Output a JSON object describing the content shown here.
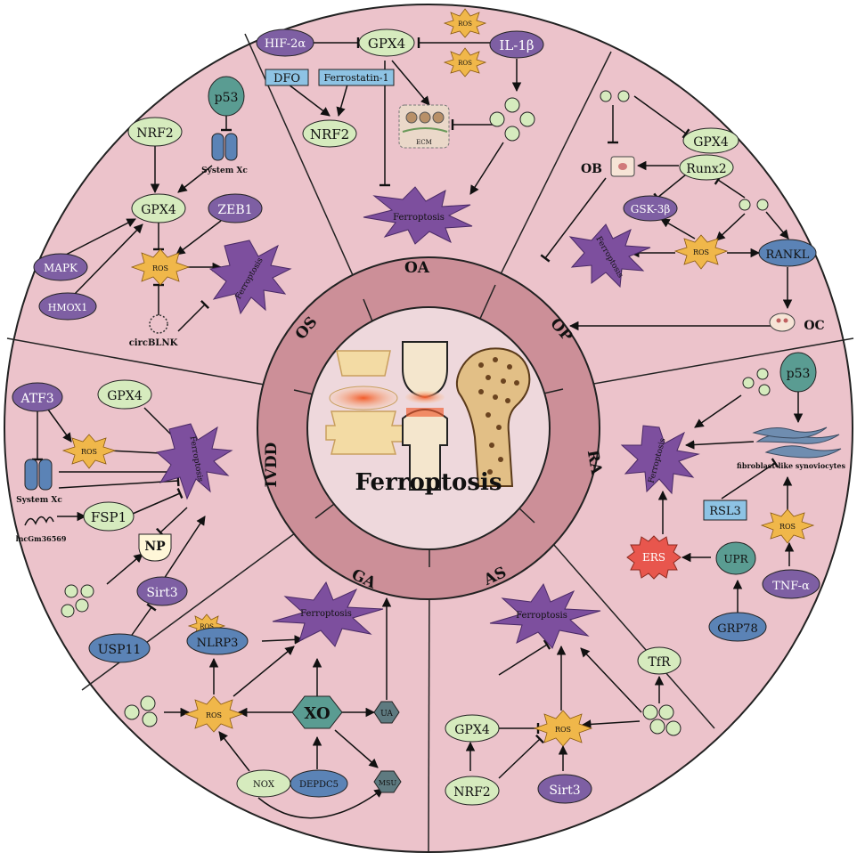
{
  "center": {
    "title": "Ferroptosis"
  },
  "sectors": {
    "oa": "OA",
    "op": "OP",
    "ra": "RA",
    "as": "AS",
    "ga": "GA",
    "ivdd": "IVDD",
    "os": "OS"
  },
  "nodes": {
    "oa_hif2a": "HIF-2α",
    "oa_gpx4": "GPX4",
    "oa_il1b": "IL-1β",
    "oa_dfo": "DFO",
    "oa_fer1": "Ferrostatin-1",
    "oa_nrf2": "NRF2",
    "oa_ecm": "ECM",
    "oa_ros_a": "ROS",
    "oa_ros_b": "ROS",
    "oa_ferro": "Ferroptosis",
    "op_gpx4": "GPX4",
    "op_runx2": "Runx2",
    "op_ob": "OB",
    "op_gsk3b": "GSK-3β",
    "op_ros": "ROS",
    "op_rankl": "RANKL",
    "op_oc": "OC",
    "op_ferro": "Ferroptosis",
    "ra_p53": "p53",
    "ra_fls": "fibroblast-like synoviocytes",
    "ra_rsl3": "RSL3",
    "ra_ros": "ROS",
    "ra_ers": "ERS",
    "ra_upr": "UPR",
    "ra_tnfa": "TNF-α",
    "ra_grp78": "GRP78",
    "ra_ferro": "Ferroptosis",
    "as_ferro": "Ferroptosis",
    "as_tfr": "TfR",
    "as_gpx4": "GPX4",
    "as_ros": "ROS",
    "as_nrf2": "NRF2",
    "as_sirt3": "Sirt3",
    "ga_ros_small": "ROS",
    "ga_nlrp3": "NLRP3",
    "ga_ferro": "Ferroptosis",
    "ga_ros": "ROS",
    "ga_xo": "XO",
    "ga_ua": "UA",
    "ga_nox": "NOX",
    "ga_depdc5": "DEPDC5",
    "ga_msu": "MSU",
    "iv_atf3": "ATF3",
    "iv_gpx4": "GPX4",
    "iv_ros": "ROS",
    "iv_systemxc": "System Xc",
    "iv_fsp1": "FSP1",
    "iv_lnc": "lncGm36569",
    "iv_np": "NP",
    "iv_sirt3": "Sirt3",
    "iv_usp11": "USP11",
    "iv_ferro": "Ferroptosis",
    "os_p53": "p53",
    "os_nrf2": "NRF2",
    "os_systemxc": "System Xc",
    "os_gpx4": "GPX4",
    "os_zeb1": "ZEB1",
    "os_mapk": "MAPK",
    "os_ros": "ROS",
    "os_hmox1": "HMOX1",
    "os_circ": "circBLNK",
    "os_ferro": "Ferroptosis"
  },
  "colors": {
    "background_outer": "#ecc3cb",
    "ring": "#cc8f98",
    "center": "#eed8dc",
    "sector_line": "#222222",
    "node_green": "#d6ebbe",
    "node_purple": "#7e5fa3",
    "node_blue": "#5b83b6",
    "node_teal": "#5a9c92",
    "node_gray": "#5e7a80",
    "box_blue": "#8ec3e4",
    "ros_orange": "#f0b74a",
    "ferro_purple": "#7d4f9e",
    "ers_red": "#e8564d"
  }
}
